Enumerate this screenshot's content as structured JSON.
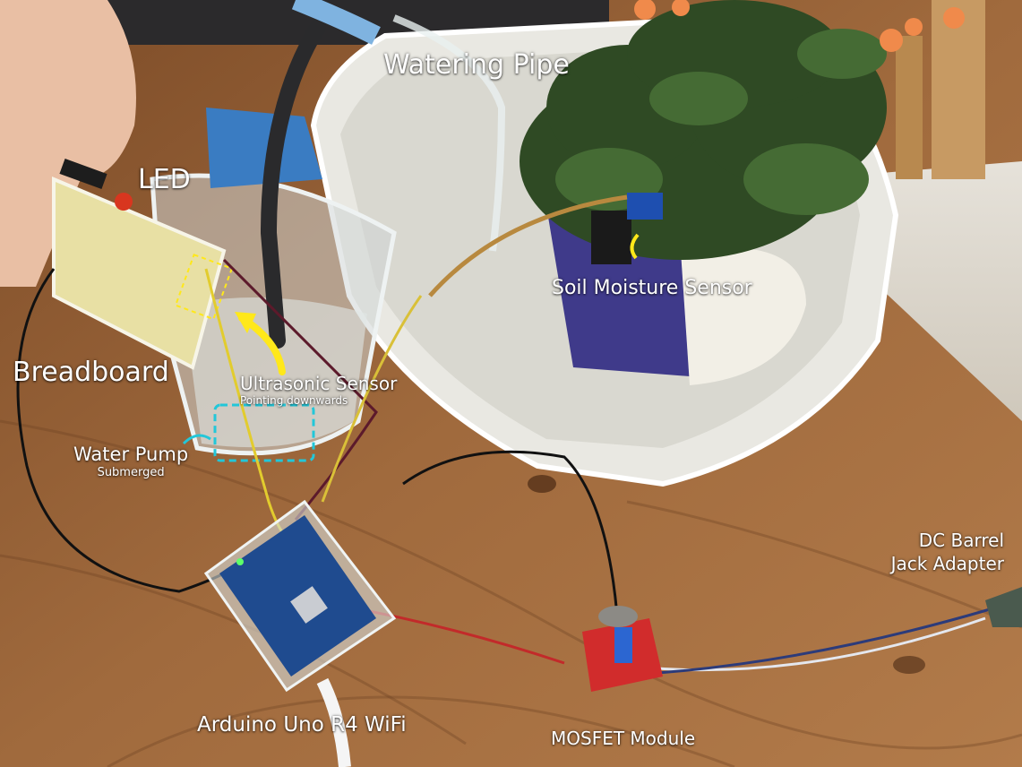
{
  "labels": {
    "watering_pipe": "Watering Pipe",
    "led": "LED",
    "soil_sensor": "Soil Moisture Sensor",
    "breadboard": "Breadboard",
    "ultrasonic": "Ultrasonic Sensor",
    "ultrasonic_sub": "Pointing downwards",
    "pump": "Water Pump",
    "pump_sub": "Submerged",
    "dc_line1": "DC Barrel",
    "dc_line2": "Jack Adapter",
    "arduino": "Arduino Uno R4 WiFi",
    "mosfet": "MOSFET Module"
  },
  "colors": {
    "table": "#9a653a",
    "annotation_yellow": "#ffe81a",
    "annotation_cyan": "#22c7d9",
    "label_text": "#ffffff"
  }
}
